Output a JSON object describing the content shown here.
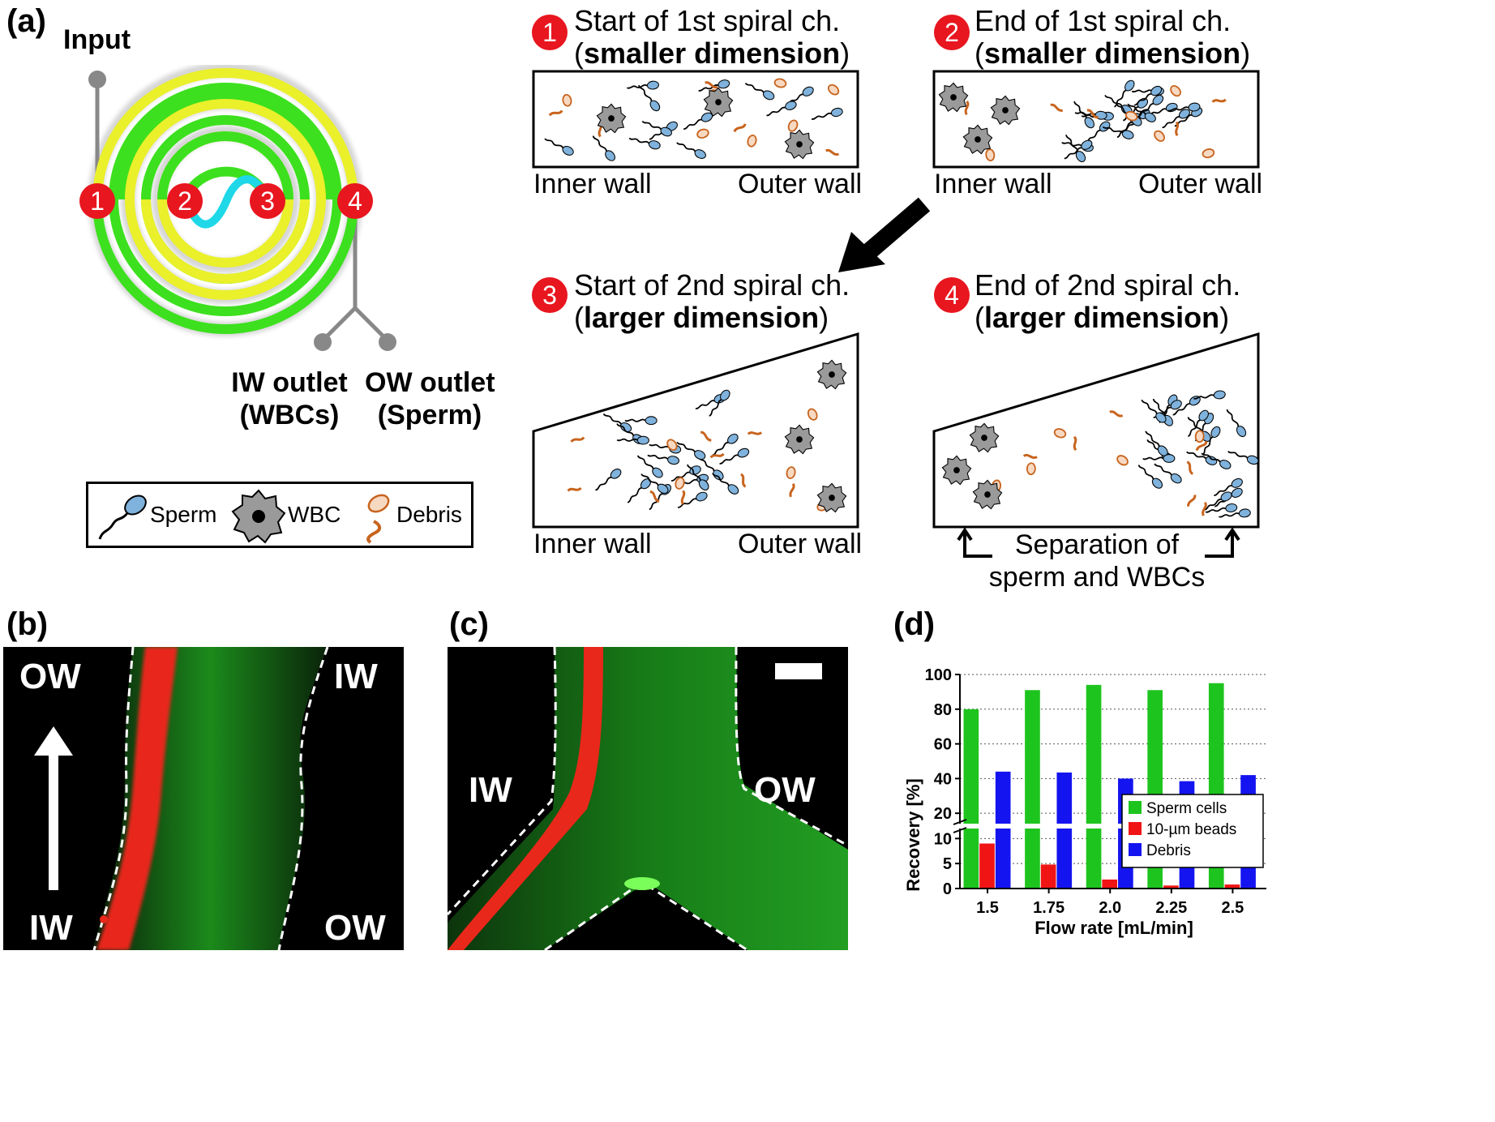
{
  "panel_a": {
    "label": "(a)",
    "input_label": "Input",
    "markers": [
      "1",
      "2",
      "3",
      "4"
    ],
    "iw_outlet": [
      "IW outlet",
      "(WBCs)"
    ],
    "ow_outlet": [
      "OW outlet",
      "(Sperm)"
    ],
    "legend": {
      "sperm": "Sperm",
      "wbc": "WBC",
      "debris": "Debris"
    },
    "boxes": [
      {
        "num": "1",
        "line1": "Start of 1st spiral ch.",
        "line2": "smaller dimension",
        "inner": "Inner wall",
        "outer": "Outer wall"
      },
      {
        "num": "2",
        "line1": "End of 1st spiral ch.",
        "line2": "smaller dimension",
        "inner": "Inner wall",
        "outer": "Outer wall"
      },
      {
        "num": "3",
        "line1": "Start of 2nd spiral ch.",
        "line2": "larger dimension",
        "inner": "Inner wall",
        "outer": "Outer wall"
      },
      {
        "num": "4",
        "line1": "End of 2nd spiral ch.",
        "line2": "larger dimension",
        "caption1": "Separation of",
        "caption2": "sperm and WBCs"
      }
    ],
    "colors": {
      "channel_green": "#3de01e",
      "channel_yellow": "#eaf02a",
      "connector_cyan": "#1ed8e8",
      "marker_red": "#e8161f",
      "sperm_blue": "#7fb2dc",
      "debris_orange": "#c8641e",
      "wbc_gray": "#9a9a9a"
    }
  },
  "panel_b": {
    "label": "(b)",
    "tl": "OW",
    "tr": "IW",
    "bl": "IW",
    "br": "OW"
  },
  "panel_c": {
    "label": "(c)",
    "left": "IW",
    "right": "OW"
  },
  "panel_d": {
    "label": "(d)"
  },
  "chart_data": {
    "type": "bar",
    "categories": [
      "1.5",
      "1.75",
      "2.0",
      "2.25",
      "2.5"
    ],
    "series": [
      {
        "name": "Sperm cells",
        "color": "#1ec41e",
        "values": [
          80,
          91,
          94,
          91,
          95
        ]
      },
      {
        "name": "10-µm beads",
        "color": "#f01414",
        "values": [
          9,
          4.8,
          1.8,
          0.6,
          0.8
        ]
      },
      {
        "name": "Debris",
        "color": "#1414f0",
        "values": [
          44,
          43.5,
          40,
          38.5,
          42
        ]
      }
    ],
    "xlabel": "Flow rate [mL/min]",
    "ylabel": "Recovery [%]",
    "yticks_upper": [
      "100",
      "80",
      "60",
      "40",
      "20"
    ],
    "yticks_lower": [
      "10",
      "5",
      "0"
    ],
    "axis_break": true,
    "legend_position": "inside-right",
    "grid": "horizontal dotted"
  }
}
